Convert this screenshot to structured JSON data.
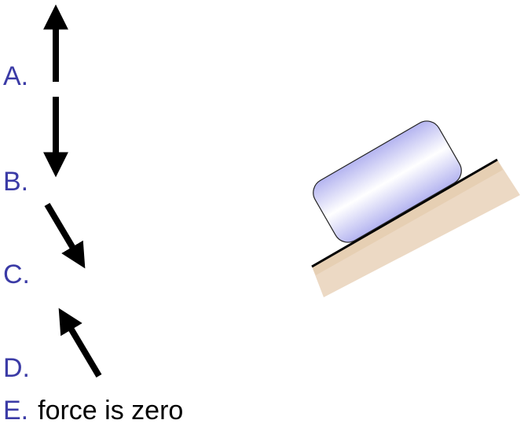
{
  "options": [
    {
      "letter": "A.",
      "text": ""
    },
    {
      "letter": "B.",
      "text": ""
    },
    {
      "letter": "C.",
      "text": ""
    },
    {
      "letter": "D.",
      "text": ""
    },
    {
      "letter": "E.",
      "text": "force is zero"
    }
  ],
  "colors": {
    "option_letter": "#3b3ba6",
    "option_text": "#000000",
    "arrow": "#000000",
    "block_fill_top": "#b4b4f0",
    "block_fill_mid": "#ffffff",
    "block_stroke": "#222222",
    "ramp_shade": "#e6ccb0",
    "ramp_line": "#000000"
  },
  "icons": {
    "arrow_a": "arrow-up-icon",
    "arrow_b": "arrow-down-icon",
    "arrow_c": "arrow-down-right-icon",
    "arrow_d": "arrow-up-left-icon"
  }
}
